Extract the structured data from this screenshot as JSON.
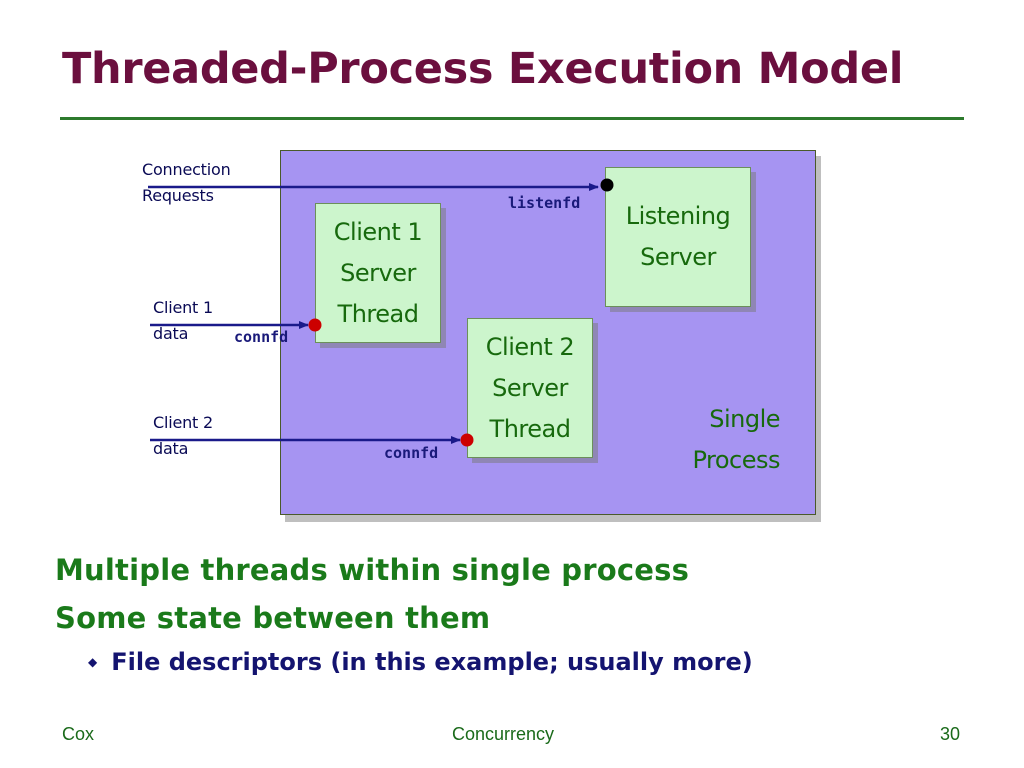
{
  "slide": {
    "title": "Threaded-Process Execution Model"
  },
  "diagram": {
    "process_label": "Single\nProcess",
    "listening_server": "Listening\nServer",
    "client1_thread": "Client 1\nServer\nThread",
    "client2_thread": "Client 2\nServer\nThread",
    "connection_requests": "Connection\nRequests",
    "client1_data": "Client 1\ndata",
    "client2_data": "Client 2\ndata",
    "listenfd": "listenfd",
    "connfd_1": "connfd",
    "connfd_2": "connfd"
  },
  "bullets": {
    "main": [
      "Multiple threads within single process",
      "Some state between them"
    ],
    "sub": [
      "File descriptors (in this example; usually more)"
    ],
    "sub_marker": "◆"
  },
  "footer": {
    "left": "Cox",
    "center": "Concurrency",
    "right": "30"
  },
  "colors": {
    "title": "#6b0f3e",
    "rule": "#2d7a2d",
    "process_fill": "#a694f2",
    "box_fill": "#ccf5cc",
    "box_text": "#17690d",
    "arrow": "#1a1a8a",
    "dot_red": "#cc0000",
    "dot_black": "#000000"
  }
}
